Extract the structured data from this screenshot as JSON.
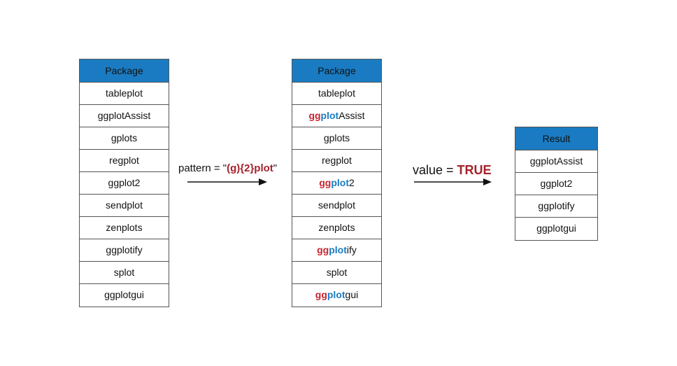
{
  "colors": {
    "header_fill": "#1a7bc2",
    "highlight_g": "#c8242f",
    "highlight_plot": "#1a7bc2",
    "emphasis": "#a5212c",
    "border": "#555555"
  },
  "left_table": {
    "header": "Package",
    "rows": [
      "tableplot",
      "ggplotAssist",
      "gplots",
      "regplot",
      "ggplot2",
      "sendplot",
      "zenplots",
      "ggplotify",
      "splot",
      "ggplotgui"
    ]
  },
  "arrow1": {
    "label_prefix": "pattern  = \"",
    "label_pattern": "(g){2}plot",
    "label_suffix": "\""
  },
  "middle_table": {
    "header": "Package",
    "rows": [
      {
        "segments": [
          {
            "text": "tableplot",
            "style": ""
          }
        ]
      },
      {
        "segments": [
          {
            "text": "gg",
            "style": "g"
          },
          {
            "text": "plot",
            "style": "p"
          },
          {
            "text": "Assist",
            "style": ""
          }
        ]
      },
      {
        "segments": [
          {
            "text": "gplots",
            "style": ""
          }
        ]
      },
      {
        "segments": [
          {
            "text": "regplot",
            "style": ""
          }
        ]
      },
      {
        "segments": [
          {
            "text": "gg",
            "style": "g"
          },
          {
            "text": "plot",
            "style": "p"
          },
          {
            "text": "2",
            "style": ""
          }
        ]
      },
      {
        "segments": [
          {
            "text": "sendplot",
            "style": ""
          }
        ]
      },
      {
        "segments": [
          {
            "text": "zenplots",
            "style": ""
          }
        ]
      },
      {
        "segments": [
          {
            "text": "gg",
            "style": "g"
          },
          {
            "text": "plot",
            "style": "p"
          },
          {
            "text": "ify",
            "style": ""
          }
        ]
      },
      {
        "segments": [
          {
            "text": "splot",
            "style": ""
          }
        ]
      },
      {
        "segments": [
          {
            "text": "gg",
            "style": "g"
          },
          {
            "text": "plot",
            "style": "p"
          },
          {
            "text": "gui",
            "style": ""
          }
        ]
      }
    ]
  },
  "arrow2": {
    "label_prefix": "value = ",
    "label_value": "TRUE"
  },
  "right_table": {
    "header": "Result",
    "rows": [
      "ggplotAssist",
      "ggplot2",
      "ggplotify",
      "ggplotgui"
    ]
  }
}
